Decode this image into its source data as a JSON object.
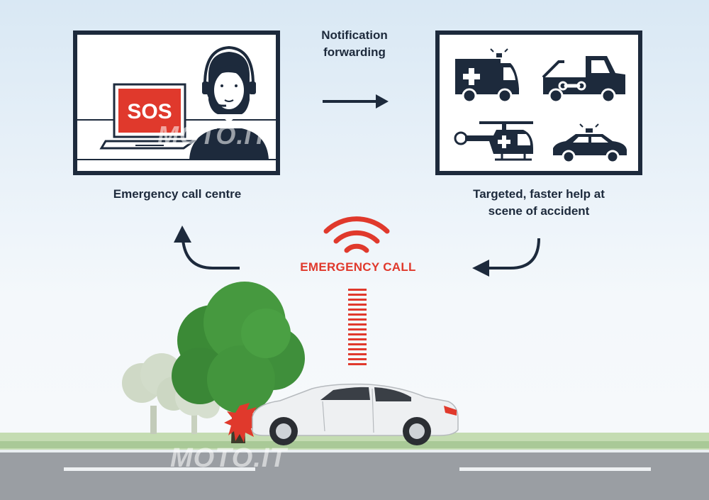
{
  "labels": {
    "notification_line1": "Notification",
    "notification_line2": "forwarding",
    "emergency_centre": "Emergency call centre",
    "targeted_line1": "Targeted, faster help at",
    "targeted_line2": "scene of accident",
    "emergency_call": "EMERGENCY CALL",
    "sos": "SOS"
  },
  "watermark": "MOTO.IT",
  "colors": {
    "navy": "#1d2a3c",
    "red": "#e0392c",
    "tree_green": "#3f8f3b",
    "tree_light": "#c9d6c0",
    "road": "#9a9ea3",
    "grass": "#b7d3a4"
  },
  "icons": {
    "operator": "headset-operator-icon",
    "laptop": "laptop-icon",
    "ambulance": "ambulance-icon",
    "tow_truck": "tow-truck-icon",
    "helicopter": "rescue-helicopter-icon",
    "police": "police-car-icon",
    "signal": "wireless-signal-icon"
  }
}
